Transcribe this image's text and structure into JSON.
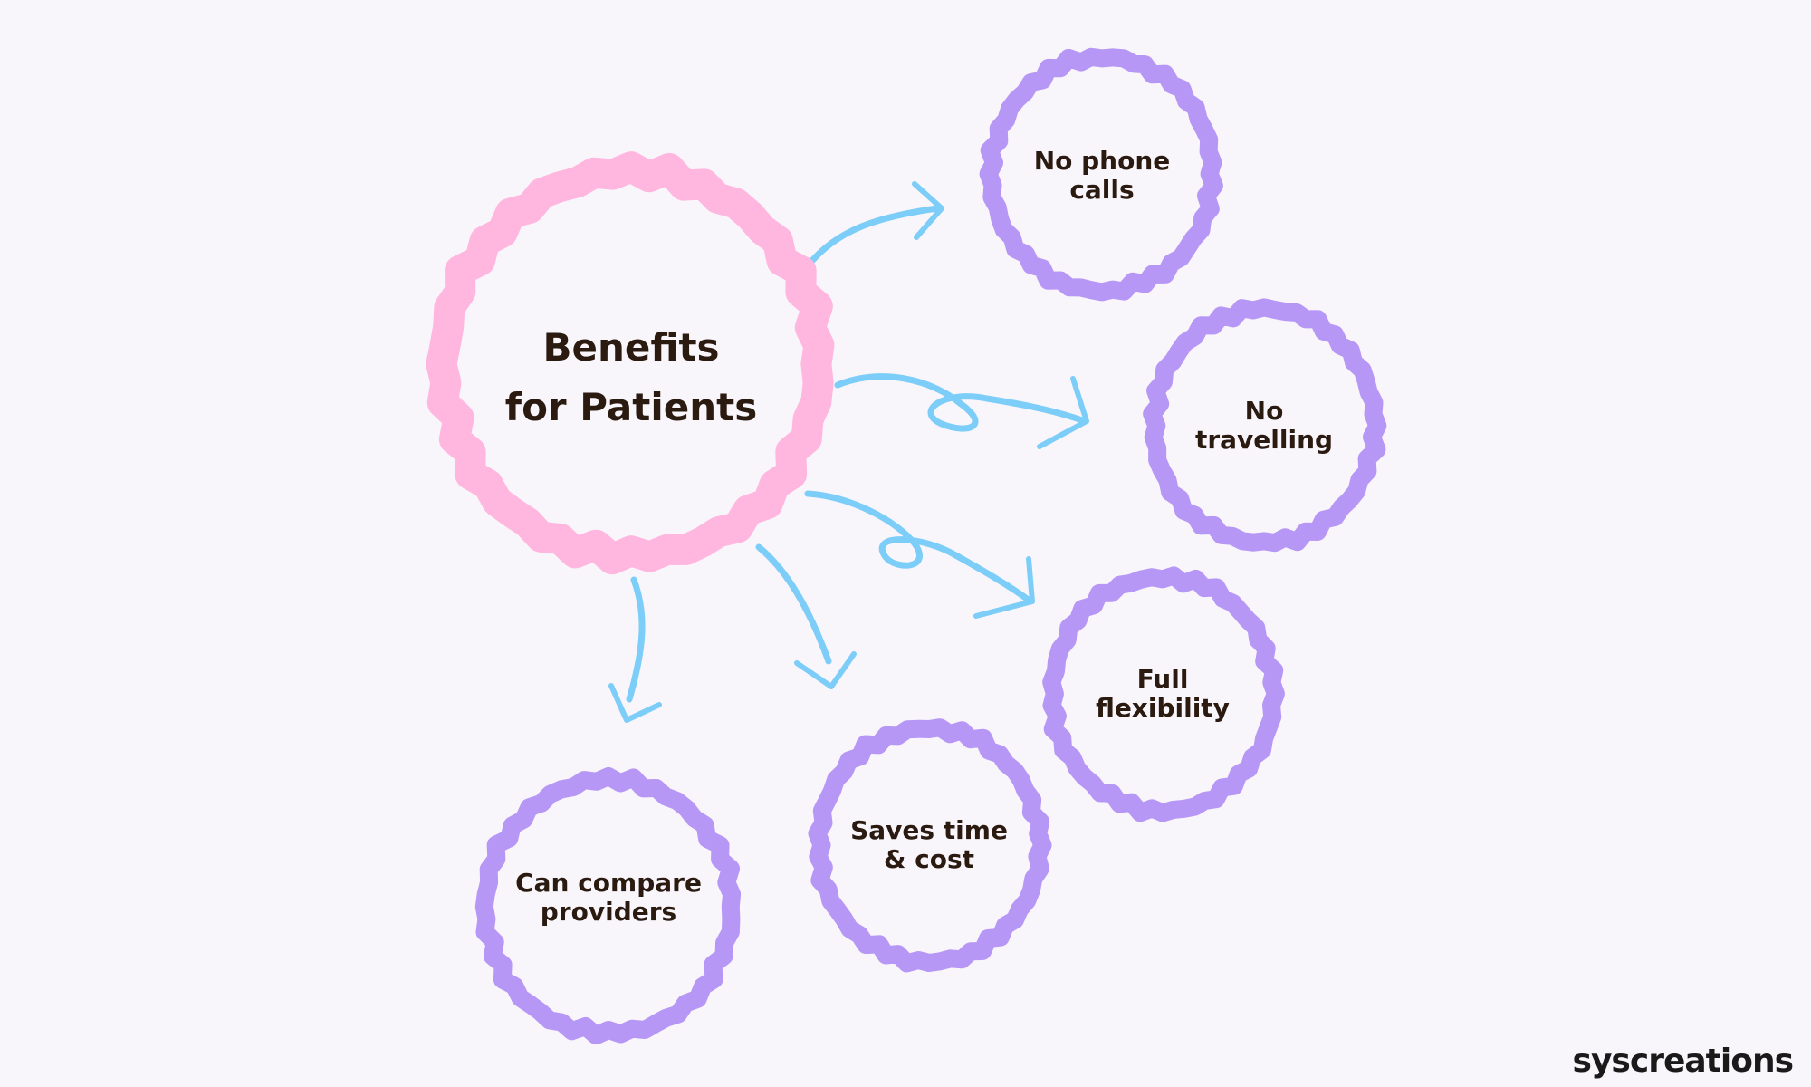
{
  "center": {
    "id": "benefits",
    "lines": [
      "Benefits",
      "for Patients"
    ],
    "ring_color": "#ffb6df"
  },
  "benefits": [
    {
      "id": "no-phone-calls",
      "lines": [
        "No phone",
        "calls"
      ]
    },
    {
      "id": "no-travelling",
      "lines": [
        "No",
        "travelling"
      ]
    },
    {
      "id": "full-flexibility",
      "lines": [
        "Full",
        "flexibility"
      ]
    },
    {
      "id": "saves-time-cost",
      "lines": [
        "Saves time",
        "& cost"
      ]
    },
    {
      "id": "can-compare-providers",
      "lines": [
        "Can compare",
        "providers"
      ]
    }
  ],
  "edges": [
    {
      "from": "benefits",
      "to": "no-phone-calls"
    },
    {
      "from": "benefits",
      "to": "no-travelling"
    },
    {
      "from": "benefits",
      "to": "full-flexibility"
    },
    {
      "from": "benefits",
      "to": "saves-time-cost"
    },
    {
      "from": "benefits",
      "to": "can-compare-providers"
    }
  ],
  "colors": {
    "background": "#f9f6fb",
    "benefit_ring": "#b797f5",
    "arrow": "#7dcdf9",
    "text": "#2a1a10"
  },
  "brand": "syscreations"
}
